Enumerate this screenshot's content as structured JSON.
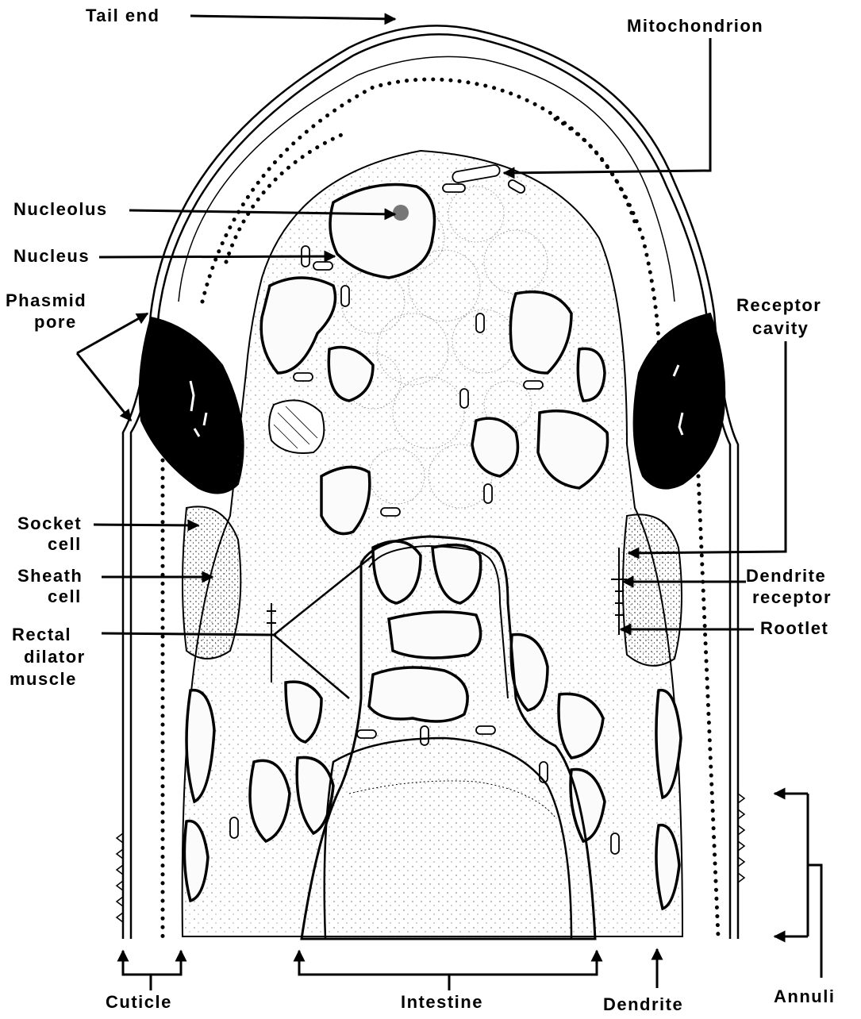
{
  "labels": {
    "tail_end": "Tail end",
    "mitochondrion": "Mitochondrion",
    "nucleolus": "Nucleolus",
    "nucleus": "Nucleus",
    "phasmid_pore": [
      "Phasmid",
      "pore"
    ],
    "receptor_cavity": [
      "Receptor",
      "cavity"
    ],
    "socket_cell": [
      "Socket",
      "cell"
    ],
    "sheath_cell": [
      "Sheath",
      "cell"
    ],
    "rectal_dilator_muscle": [
      "Rectal",
      "dilator",
      "muscle"
    ],
    "dendrite_receptor": [
      "Dendrite",
      "receptor"
    ],
    "rootlet": "Rootlet",
    "cuticle": "Cuticle",
    "intestine": "Intestine",
    "dendrite": "Dendrite",
    "annuli": "Annuli"
  }
}
